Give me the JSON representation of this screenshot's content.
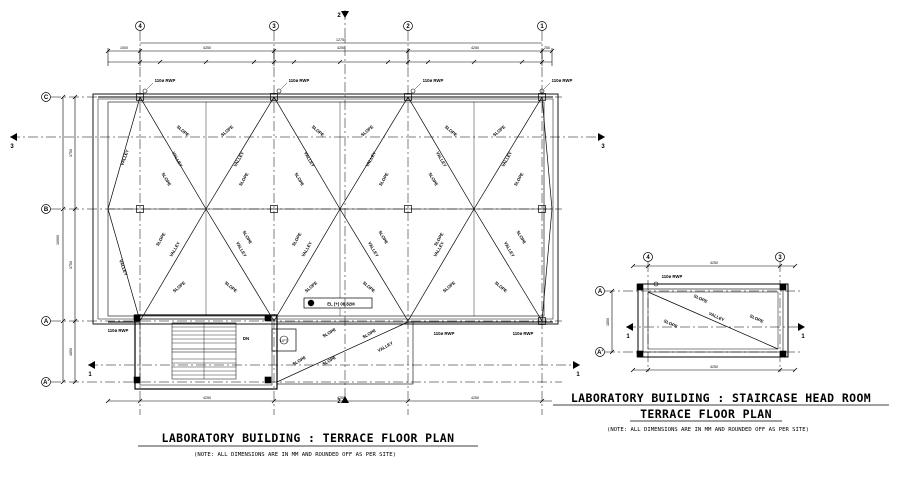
{
  "main_plan": {
    "title": "LABORATORY BUILDING : TERRACE FLOOR PLAN",
    "note": "(NOTE: ALL DIMENSIONS ARE IN MM AND ROUNDED OFF AS PER SITE)",
    "grid_columns": [
      "4",
      "3",
      "2",
      "1"
    ],
    "grid_rows": [
      "C",
      "B",
      "A",
      "A'"
    ],
    "section_markers": [
      "2",
      "3",
      "1"
    ],
    "rwp_label": "110ø RWP",
    "slope_label": "SLOPE",
    "valley_label": "VALLEY",
    "level_label": "EL (+) 08.82M",
    "pipe_label": "LIFT",
    "stair_label": "DN"
  },
  "head_room_plan": {
    "title_line1": "LABORATORY BUILDING : STAIRCASE HEAD ROOM",
    "title_line2": "TERRACE FLOOR PLAN",
    "note": "(NOTE: ALL DIMENSIONS ARE IN MM AND ROUNDED OFF AS PER SITE)",
    "grid_columns": [
      "4",
      "3"
    ],
    "grid_rows": [
      "A",
      "A'"
    ],
    "rwp_label": "110ø RWP",
    "slope_label": "SLOPE",
    "valley_label": "VALLEY",
    "section_marker": "1"
  }
}
